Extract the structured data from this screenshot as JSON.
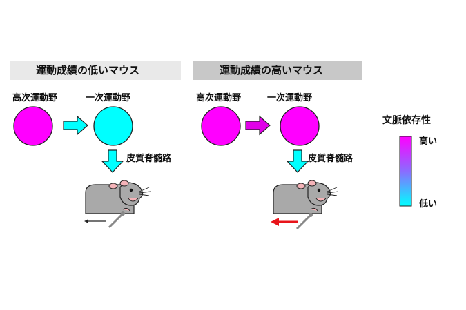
{
  "colors": {
    "magenta": "#ff00ff",
    "cyan": "#00ffff",
    "arrow_red": "#e8141a",
    "panel_left_bg": "#e9e9e9",
    "panel_right_bg": "#c8c8c8"
  },
  "left_panel": {
    "title": "運動成績の低いマウス",
    "higher_motor_area": "高次運動野",
    "primary_motor_area": "一次運動野",
    "tract": "皮質脊髄路"
  },
  "right_panel": {
    "title": "運動成績の高いマウス",
    "higher_motor_area": "高次運動野",
    "primary_motor_area": "一次運動野",
    "tract": "皮質脊髄路"
  },
  "legend": {
    "title": "文脈依存性",
    "high": "高い",
    "low": "低い",
    "gradient_top": "#ff00ff",
    "gradient_bottom": "#00ffff"
  },
  "icons": [
    "mouse-icon",
    "lever-icon",
    "arrow-right-icon",
    "arrow-down-icon"
  ]
}
